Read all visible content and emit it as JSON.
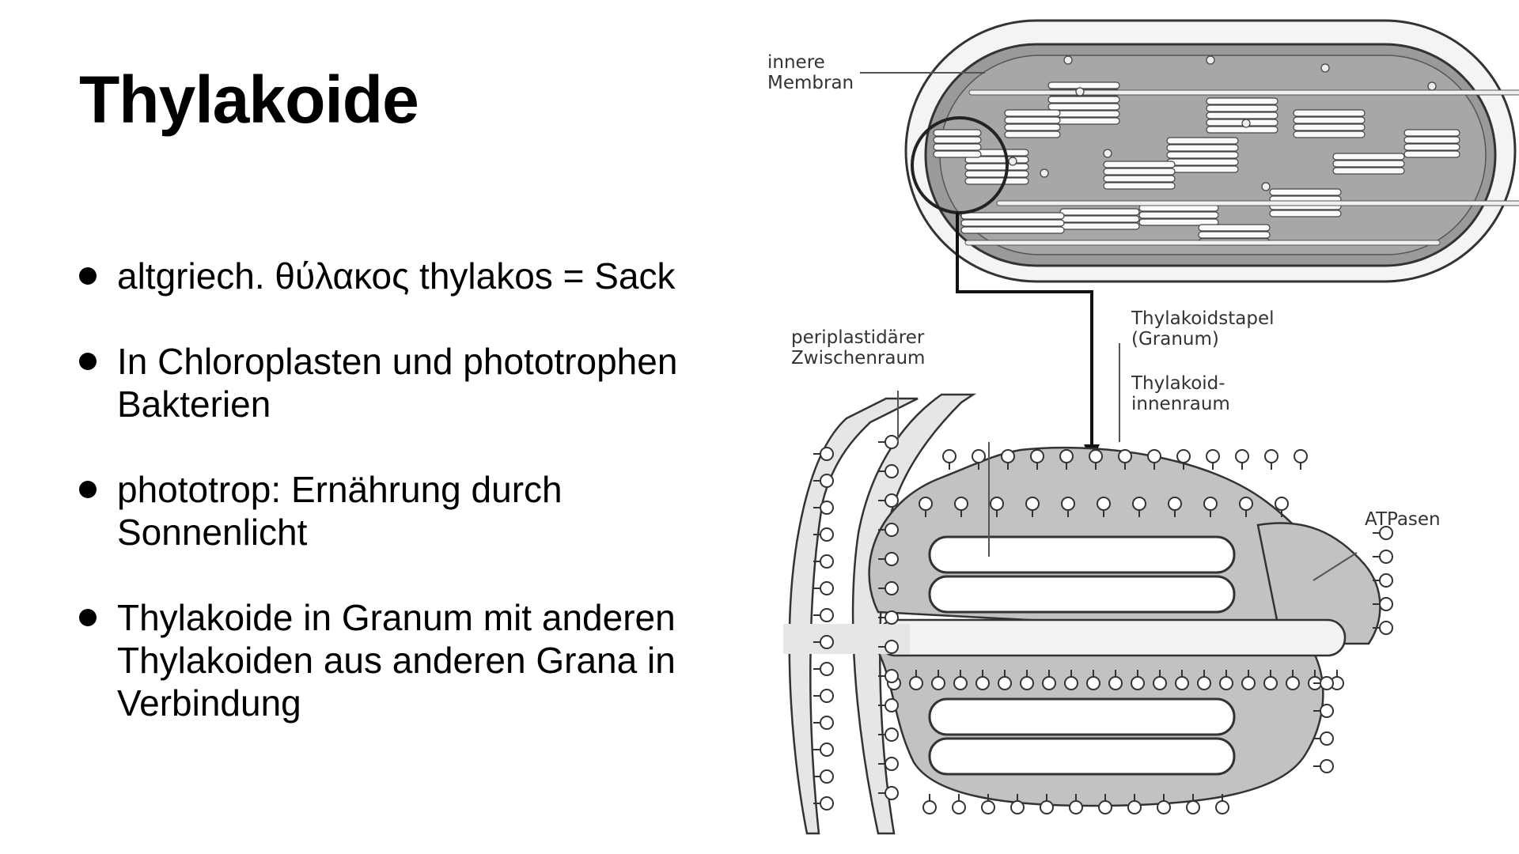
{
  "slide": {
    "title": "Thylakoide",
    "bullets": [
      "altgriech. θύλακος thylakos =  Sack",
      "In Chloroplasten und phototrophen Bakterien",
      "phototrop: Ernährung durch Sonnenlicht",
      "Thylakoide in Granum mit anderen Thylakoiden aus anderen Grana in Verbindung"
    ]
  },
  "figure": {
    "labels": {
      "inner_membrane_1": "innere",
      "inner_membrane_2": "Membran",
      "stack_1": "Thylakoidstapel",
      "stack_2": "(Granum)",
      "periplastid_1": "periplastidärer",
      "periplastid_2": "Zwischenraum",
      "lumen_1": "Thylakoid-",
      "lumen_2": "innenraum",
      "atpase": "ATPasen"
    }
  }
}
